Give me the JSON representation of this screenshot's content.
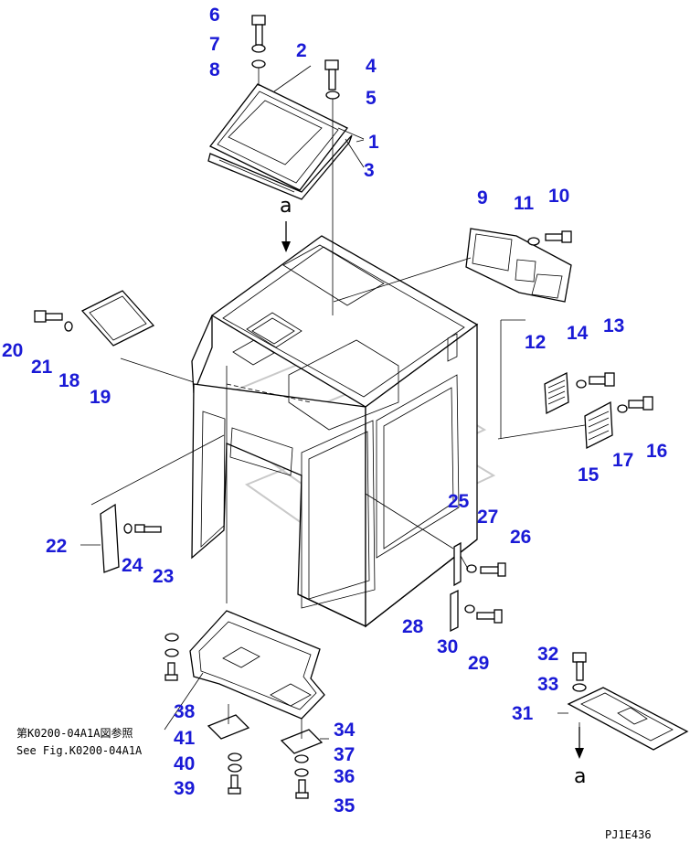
{
  "diagram": {
    "callouts": [
      "1",
      "2",
      "3",
      "4",
      "5",
      "6",
      "7",
      "8",
      "9",
      "10",
      "11",
      "12",
      "13",
      "14",
      "15",
      "16",
      "17",
      "18",
      "19",
      "20",
      "21",
      "22",
      "23",
      "24",
      "25",
      "26",
      "27",
      "28",
      "29",
      "30",
      "31",
      "32",
      "33",
      "34",
      "35",
      "36",
      "37",
      "38",
      "39",
      "40",
      "41"
    ],
    "view_arrow_label_top": "a",
    "view_arrow_label_bottom": "a",
    "reference_note_jp": "第K0200-04A1A図参照",
    "reference_note_en": "See Fig.K0200-04A1A",
    "drawing_code": "PJ1E436",
    "colors": {
      "callout": "#1a1ad6",
      "line": "#000000",
      "background": "#ffffff"
    }
  }
}
